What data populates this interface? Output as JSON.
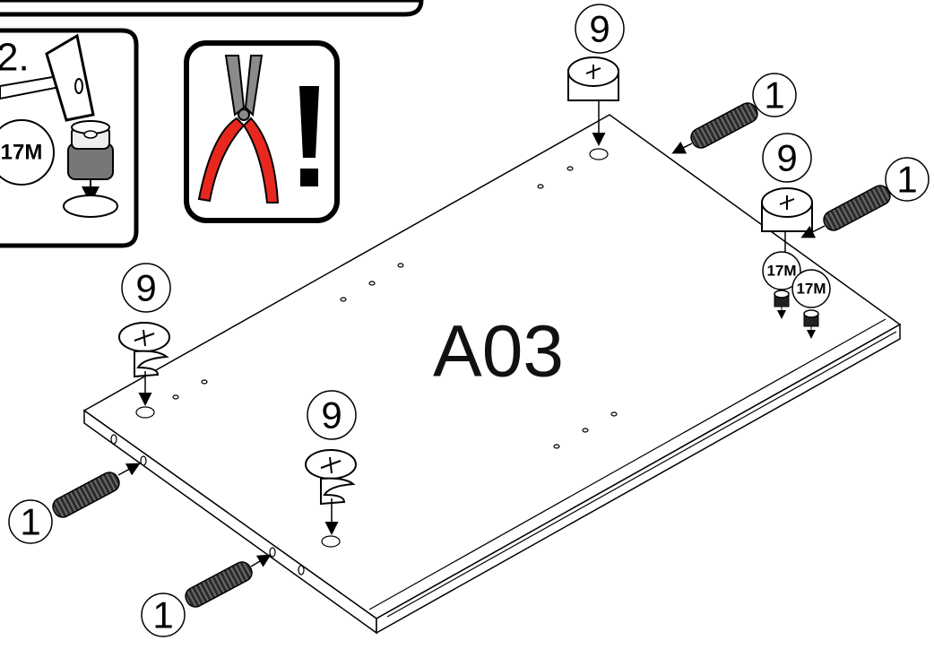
{
  "panel": {
    "label": "A03"
  },
  "hint_box": {
    "step_number": "2."
  },
  "parts": {
    "dowel": {
      "label": "1"
    },
    "cam_lock": {
      "label": "9"
    },
    "foot": {
      "label": "17M"
    }
  },
  "colors": {
    "ink": "#000000",
    "pliers_handle": "#e8281e",
    "pliers_metal": "#8a8a8a",
    "warning_box": "#ffffff"
  },
  "icons": [
    "hammer-icon",
    "pliers-icon",
    "warning-exclamation-icon",
    "dowel-icon",
    "cam-lock-icon",
    "foot-icon"
  ]
}
